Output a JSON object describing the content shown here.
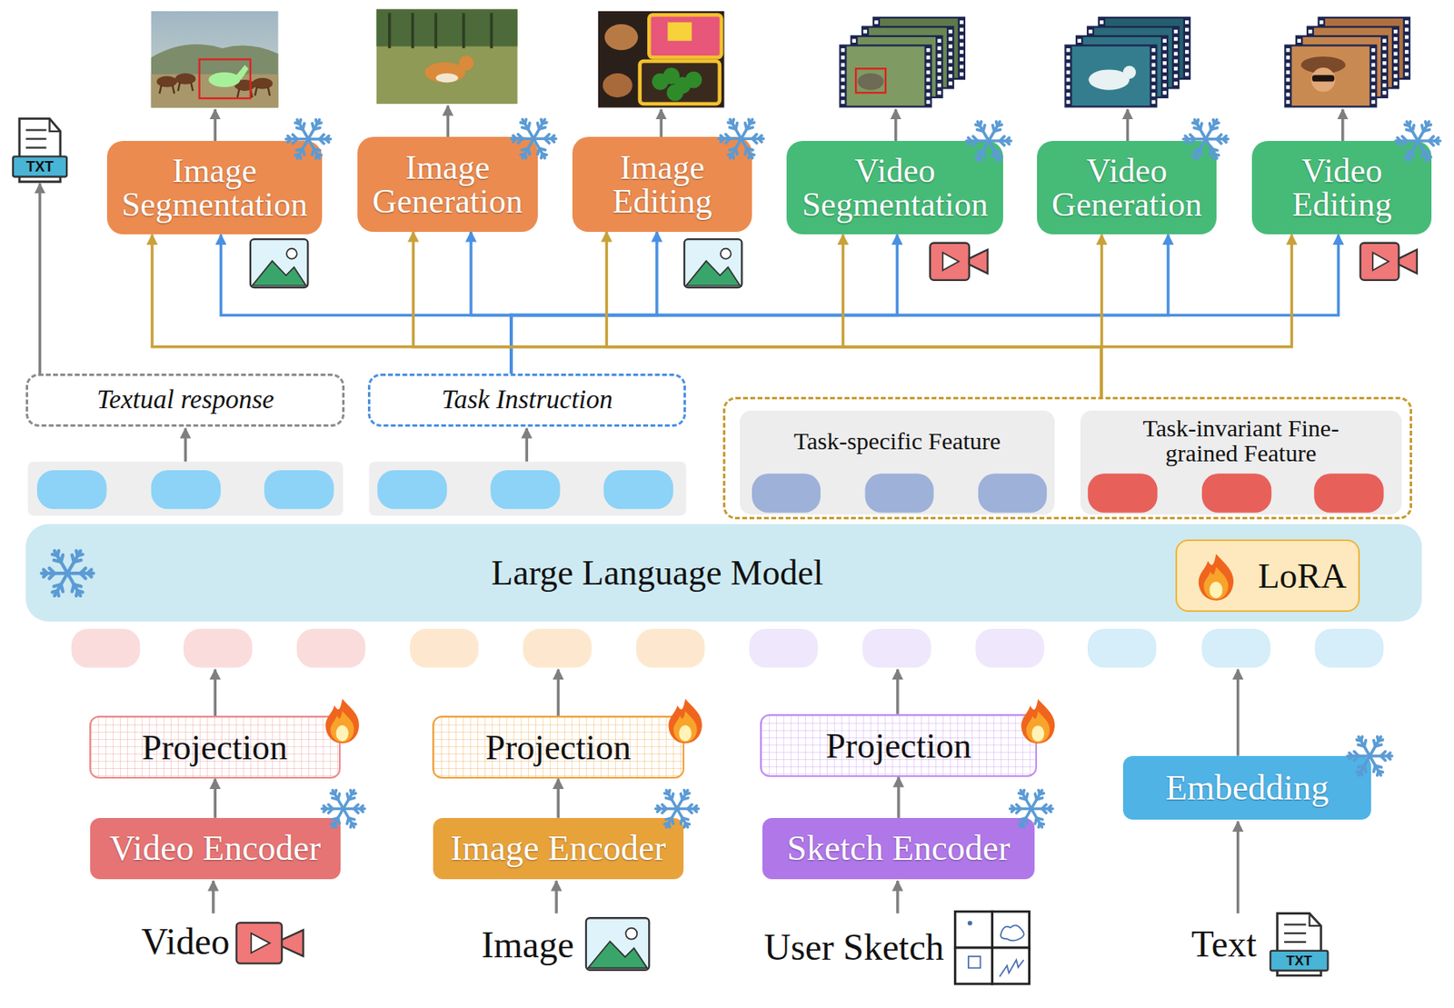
{
  "diagram": {
    "nodes": [
      {
        "text": [
          "Image Segmentation"
        ]
      },
      {
        "text": [
          "Image Generation"
        ]
      },
      {
        "text": [
          "Image Editing"
        ]
      },
      {
        "text": [
          "Video Segmentation"
        ]
      },
      {
        "text": [
          "Video Generation"
        ]
      },
      {
        "text": [
          "Video Editing"
        ]
      },
      {
        "text": [
          "Textual response"
        ]
      },
      {
        "text": [
          "Task Instruction"
        ]
      },
      {
        "text": []
      },
      {
        "text": [
          "Task-specific Feature"
        ],
        "in": 8
      },
      {
        "text": [
          "Task-invariant Fine-grained Feature"
        ],
        "in": 8
      },
      {
        "text": [
          "Large Language Model"
        ]
      },
      {
        "text": [
          "LoRA"
        ],
        "in": 11
      },
      {
        "text": [
          "Projection"
        ]
      },
      {
        "text": [
          "Projection"
        ]
      },
      {
        "text": [
          "Projection"
        ]
      },
      {
        "text": [
          "Video Encoder"
        ]
      },
      {
        "text": [
          "Image Encoder"
        ]
      },
      {
        "text": [
          "Sketch Encoder"
        ]
      },
      {
        "text": [
          "Embedding"
        ]
      }
    ],
    "edges": [
      {
        "from": 7,
        "to": 0,
        "arrow": "to"
      },
      {
        "from": 7,
        "to": 1,
        "arrow": "to"
      },
      {
        "from": 7,
        "to": 2,
        "arrow": "to"
      },
      {
        "from": 7,
        "to": 3,
        "arrow": "to"
      },
      {
        "from": 7,
        "to": 4,
        "arrow": "to"
      },
      {
        "from": 7,
        "to": 5,
        "arrow": "to"
      },
      {
        "from": 8,
        "to": 0,
        "arrow": "to"
      },
      {
        "from": 8,
        "to": 1,
        "arrow": "to"
      },
      {
        "from": 8,
        "to": 2,
        "arrow": "to"
      },
      {
        "from": 8,
        "to": 3,
        "arrow": "to"
      },
      {
        "from": 8,
        "to": 4,
        "arrow": "to"
      },
      {
        "from": 8,
        "to": 5,
        "arrow": "to"
      },
      {
        "from": 16,
        "to": 13,
        "arrow": "to"
      },
      {
        "from": 17,
        "to": 14,
        "arrow": "to"
      },
      {
        "from": 18,
        "to": 15,
        "arrow": "to"
      }
    ],
    "labels": [
      "TXT",
      "Video",
      "Image",
      "User Sketch",
      "Text",
      "TXT"
    ]
  }
}
